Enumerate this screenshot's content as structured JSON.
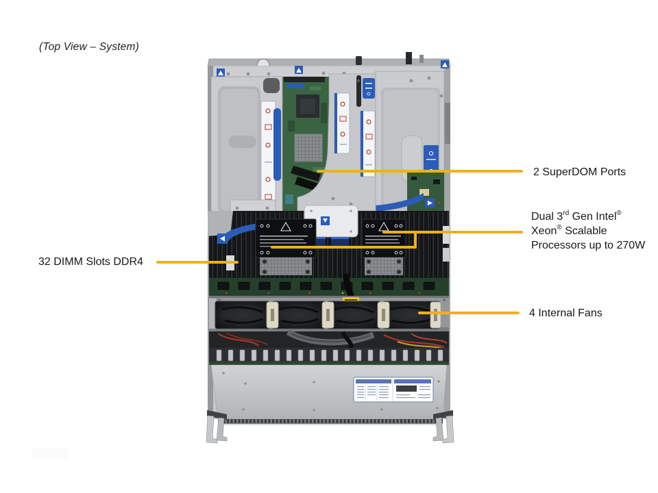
{
  "page": {
    "title": "(Top View – System)",
    "background": "#ffffff"
  },
  "colors": {
    "callout_line": "#F2AF1D",
    "label_text": "#161616",
    "chassis_gray": "#c6c8cb",
    "motherboard_green": "#3a6342",
    "accent_blue": "#2b5cb8",
    "fan_black": "#181a1b"
  },
  "callouts": {
    "superdom": {
      "label": "2 SuperDOM Ports"
    },
    "cpu": {
      "l1a": "Dual 3",
      "l1sup": "rd",
      "l1b": " Gen Intel",
      "l1reg": "®",
      "l2a": "Xeon",
      "l2reg": "®",
      "l2b": " Scalable",
      "l3": "Processors up to 270W"
    },
    "dimm": {
      "label": "32 DIMM Slots DDR4"
    },
    "fans": {
      "label": "4 Internal Fans"
    }
  }
}
